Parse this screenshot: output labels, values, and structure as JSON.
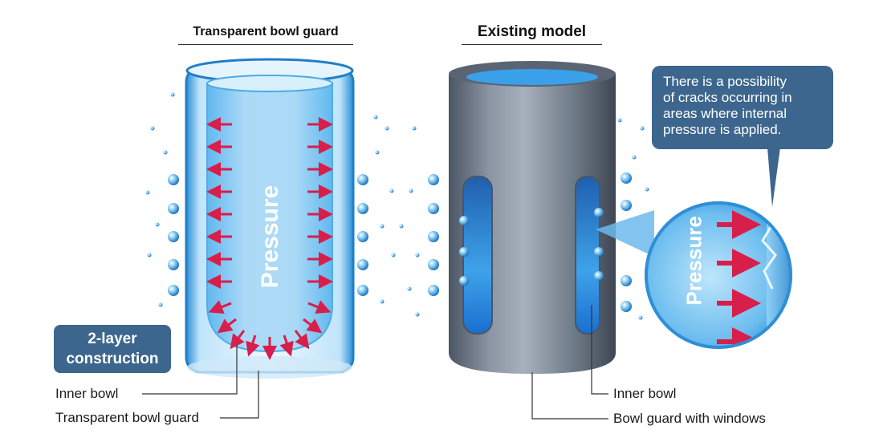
{
  "headers": {
    "left": "Transparent bowl guard",
    "right": "Existing model"
  },
  "left_diagram": {
    "pressure_text": "Pressure",
    "badge_line1": "2-layer",
    "badge_line2": "construction",
    "label_inner_bowl": "Inner bowl",
    "label_guard": "Transparent bowl guard"
  },
  "right_diagram": {
    "label_inner_bowl": "Inner bowl",
    "label_guard": "Bowl guard with windows"
  },
  "zoom": {
    "pressure_text": "Pressure",
    "callout_lines": [
      "There is a possibility",
      "of cracks occurring in",
      "areas where internal",
      "pressure is applied."
    ]
  },
  "colors": {
    "arrow": "#d81e4a",
    "callout_bg": "#3c668e",
    "water": "#4aa8e8",
    "guard_metal": "#7a8595"
  }
}
